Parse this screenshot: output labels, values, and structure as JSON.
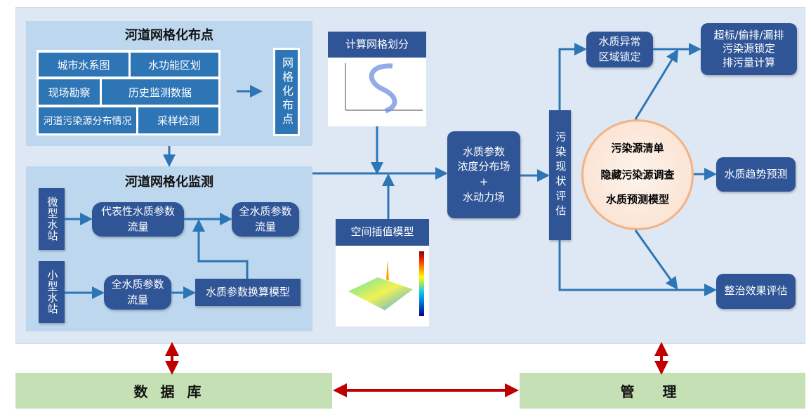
{
  "top_group": {
    "title": "河道网格化布点",
    "cells": [
      "城市水系图",
      "水功能区划",
      "现场勘察",
      "历史监测数据",
      "河道污染源分布情况",
      "采样检测"
    ],
    "result": "网格化布点"
  },
  "bottom_group": {
    "title": "河道网格化监测",
    "micro_station": "微型水站",
    "small_station": "小型水站",
    "representative": "代表性水质参数\n流量",
    "full_top": "全水质参数\n流量",
    "full_bottom": "全水质参数\n流量",
    "conversion_model": "水质参数换算模型"
  },
  "grid_division": "计算网格划分",
  "interpolation_model": "空间插值模型",
  "field_box": "水质参数\n浓度分布场\n+\n水动力场",
  "assessment": "污染现状评估",
  "anomaly": "水质异常\n区域锁定",
  "source_lock": "超标/偷排/漏排\n污染源锁定\n排污量计算",
  "circle": [
    "污染源清单",
    "隐藏污染源调查",
    "水质预测模型"
  ],
  "trend": "水质趋势预测",
  "effect": "整治效果评估",
  "database": "数据库",
  "management": "管理",
  "colors": {
    "panel": "#dde8f4",
    "group": "#bdd7ee",
    "cell": "#2e75b6",
    "dark": "#2f5597",
    "arrow": "#2e75b6",
    "red_arrow": "#c00000",
    "green": "#c5e0b4",
    "circle": "#fbe5d6"
  }
}
